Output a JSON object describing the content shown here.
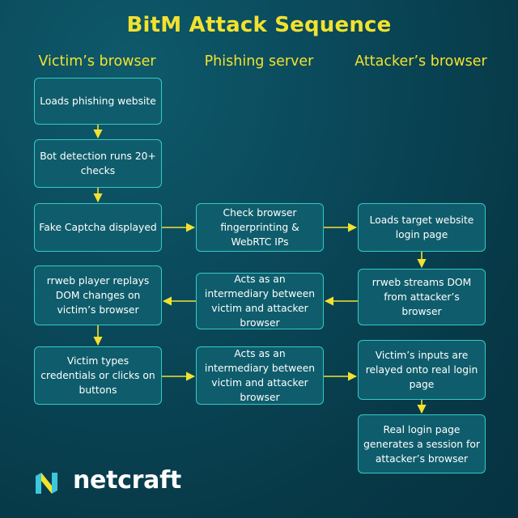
{
  "title": "BitM Attack Sequence",
  "columns": {
    "victim": "Victim’s browser",
    "phishing": "Phishing server",
    "attacker": "Attacker’s browser"
  },
  "steps": {
    "victim_1": "Loads phishing website",
    "victim_2": "Bot detection runs 20+ checks",
    "victim_3": "Fake Captcha displayed",
    "phishing_1": "Check browser fingerprinting & WebRTC IPs",
    "attacker_1": "Loads target website login page",
    "attacker_2": "rrweb streams DOM from attacker’s browser",
    "phishing_2": "Acts as an intermediary between victim and attacker browser",
    "victim_4": "rrweb player replays DOM changes on victim’s browser",
    "victim_5": "Victim types credentials or clicks on buttons",
    "phishing_3": "Acts as an intermediary between victim and attacker browser",
    "attacker_3": "Victim’s inputs are relayed onto real login page",
    "attacker_4": "Real login page generates a session for attacker’s browser"
  },
  "logo": {
    "name": "netcraft",
    "icon": "netcraft-logo-icon"
  },
  "colors": {
    "accent": "#f2e22e",
    "box_border": "#35c9c4",
    "box_fill": "#0f5d6c",
    "background": "#0a4a5c"
  }
}
